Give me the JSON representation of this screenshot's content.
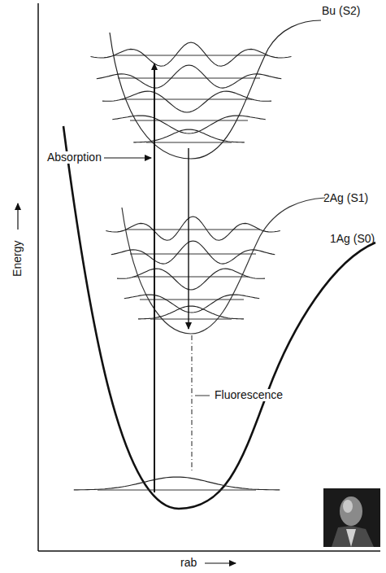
{
  "diagram": {
    "labels": [
      "Bu (S2)",
      "2Ag (S1)",
      "1Ag (S0)",
      "Absorption",
      "Fluorescence",
      "Energy",
      "rab"
    ]
  }
}
